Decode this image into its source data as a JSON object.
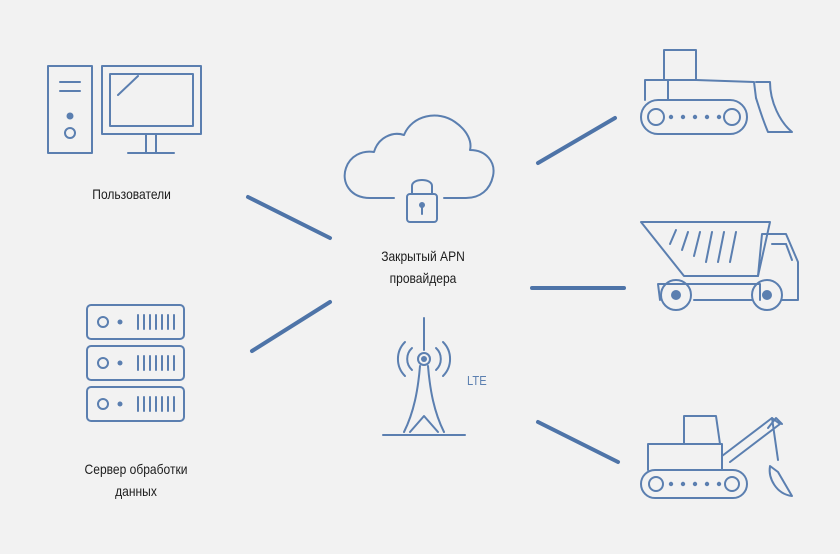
{
  "nodes": {
    "users": {
      "label": "Пользователи",
      "icon": "desktop-computer-icon"
    },
    "server": {
      "label_line1": "Сервер обработки",
      "label_line2": "данных",
      "icon": "server-rack-icon"
    },
    "cloud": {
      "label_line1": "Закрытый APN",
      "label_line2": "провайдера",
      "icon": "cloud-lock-icon"
    },
    "tower": {
      "label": "LTE",
      "icon": "lte-tower-icon"
    },
    "bulldozer": {
      "icon": "bulldozer-icon"
    },
    "dump_truck": {
      "icon": "dump-truck-icon"
    },
    "excavator": {
      "icon": "excavator-icon"
    }
  },
  "colors": {
    "background": "#f2f2f2",
    "icon_stroke": "#5b7fb0",
    "connector": "#4e74a8",
    "text": "#1c1c1c"
  }
}
